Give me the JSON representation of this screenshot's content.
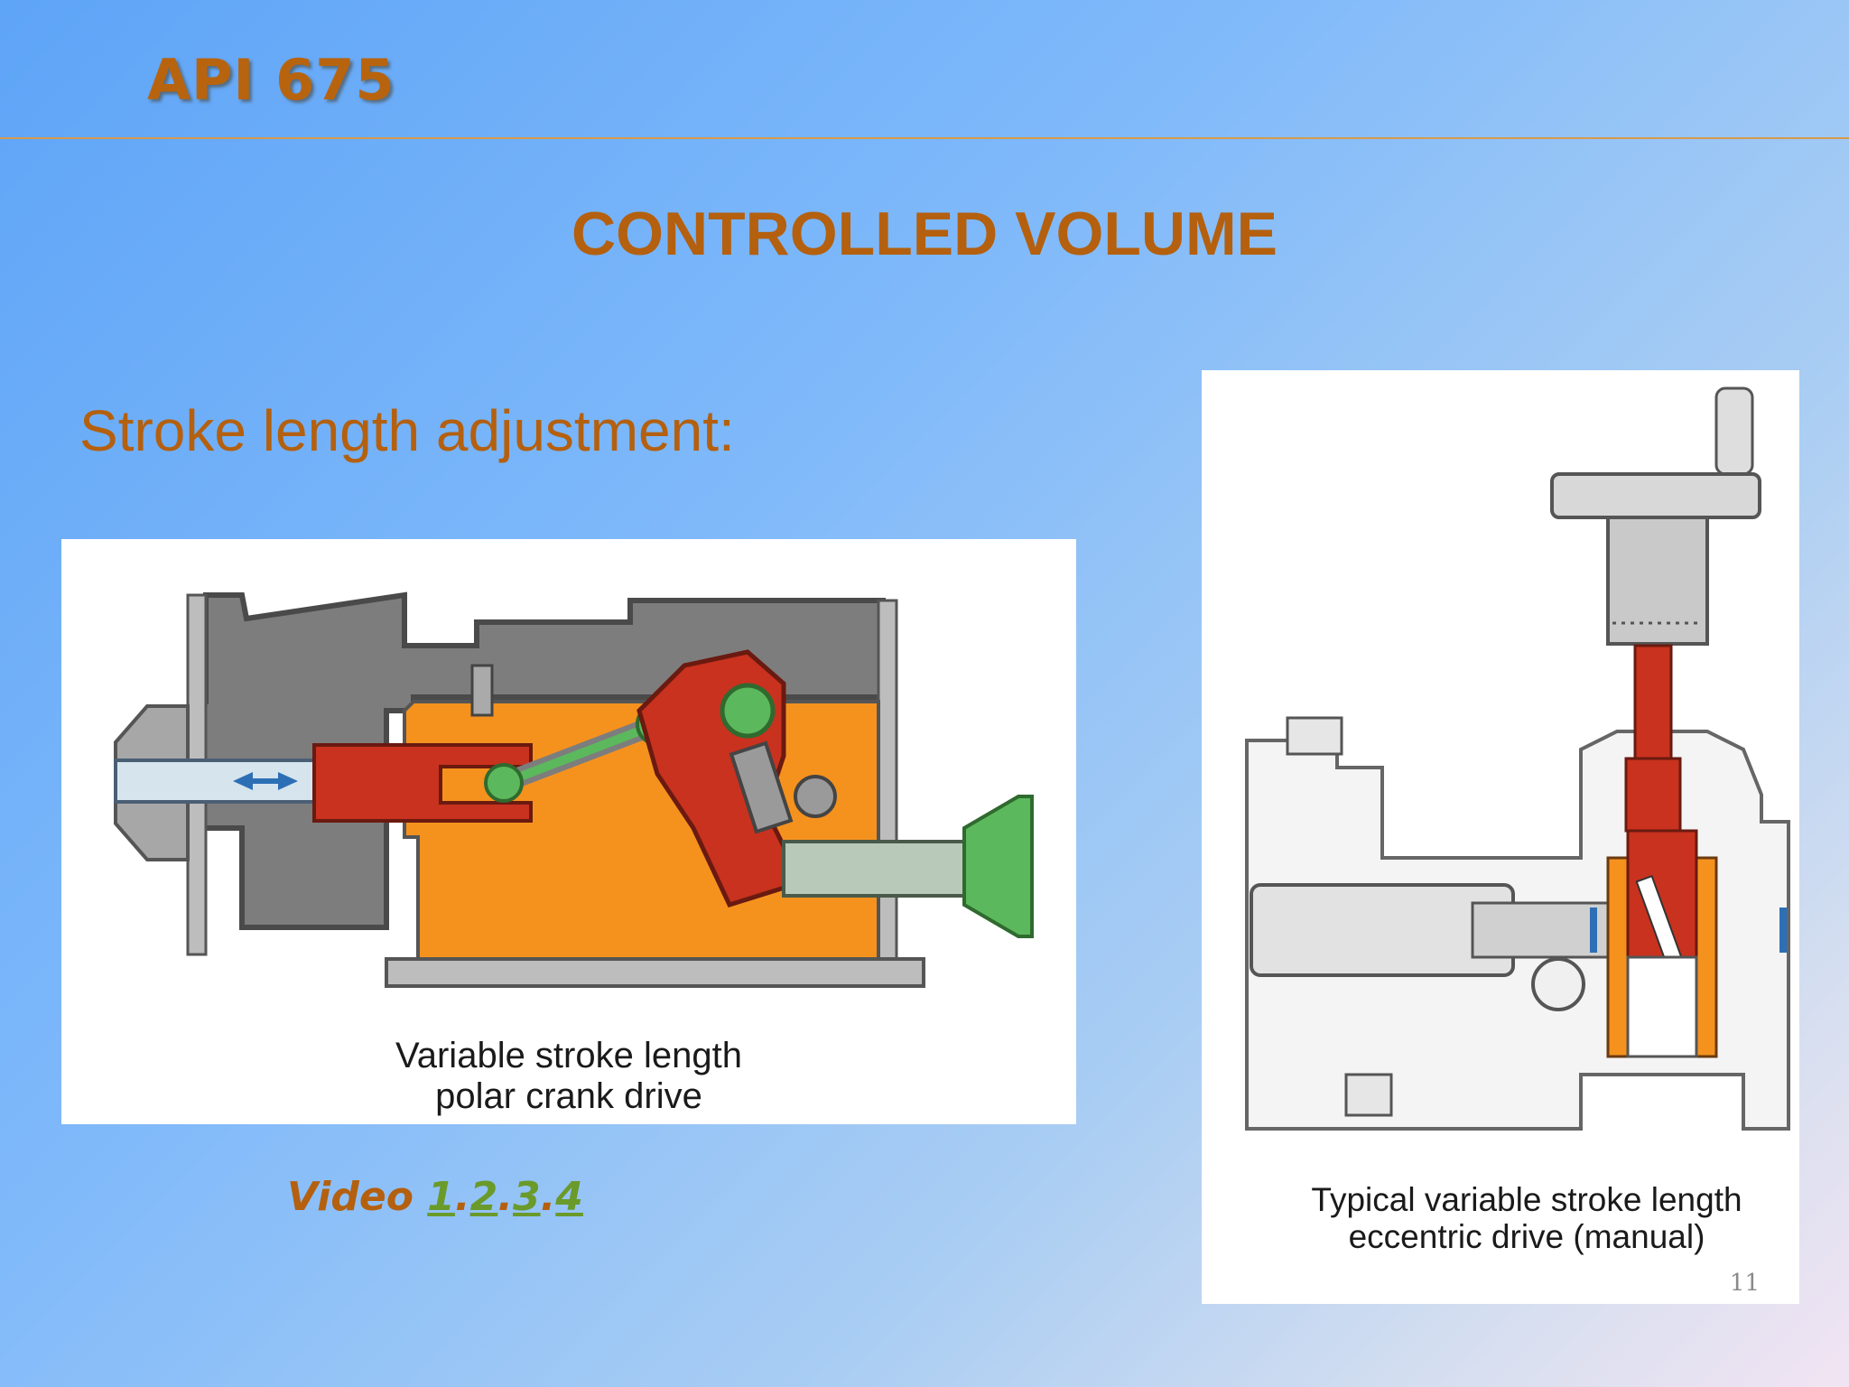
{
  "header": {
    "title": "API 675"
  },
  "slide": {
    "title": "CONTROLLED VOLUME",
    "subtitle": "Stroke length adjustment:"
  },
  "figure_left": {
    "caption_line1": "Variable stroke length",
    "caption_line2": "polar crank drive"
  },
  "figure_right": {
    "caption_line1": "Typical variable stroke length",
    "caption_line2": "eccentric drive (manual)",
    "page_number": "11"
  },
  "video": {
    "label": "Video",
    "separator": ".",
    "links": [
      "1",
      "2",
      "3",
      "4"
    ]
  },
  "colors": {
    "accent": "#b4600f",
    "link": "#6a9a2a",
    "oil_orange": "#f5921e",
    "part_red": "#c8321e",
    "part_green": "#5cb85c"
  }
}
